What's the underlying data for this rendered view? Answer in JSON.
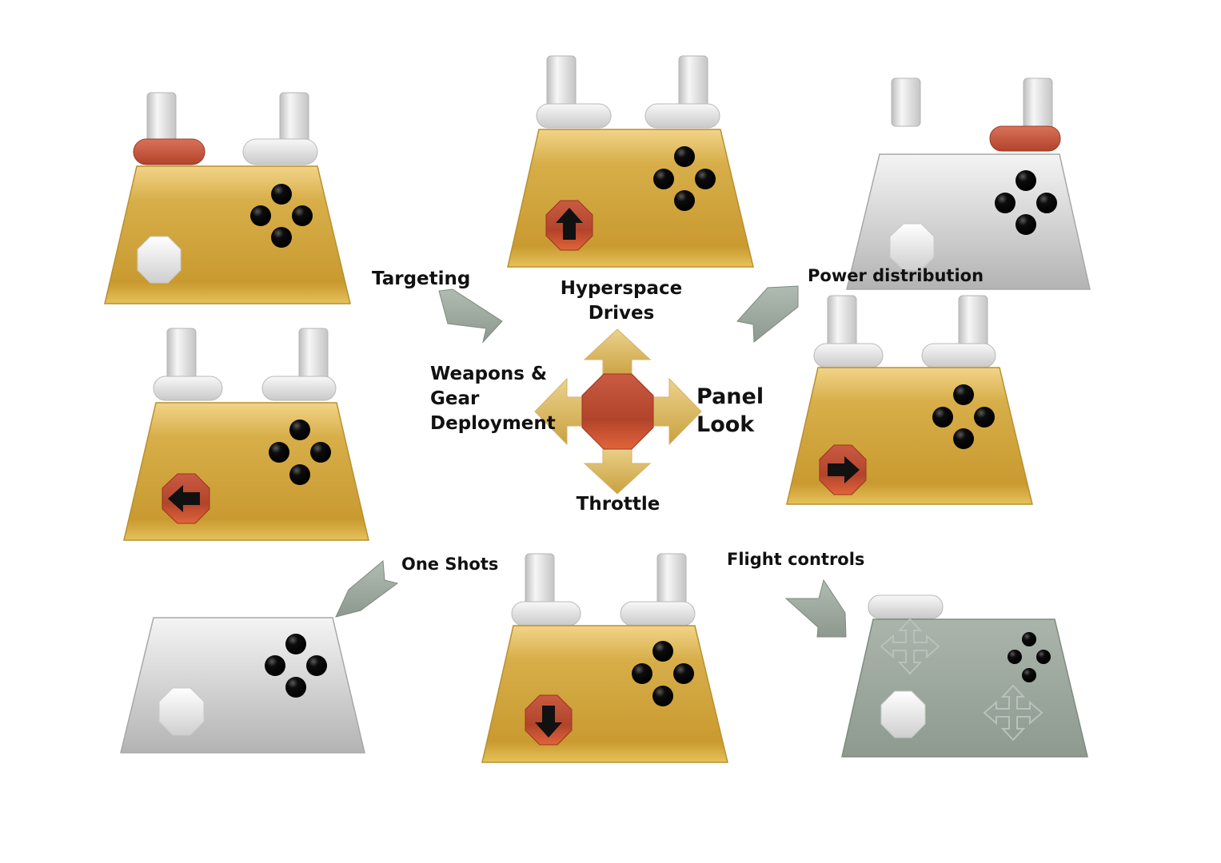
{
  "labels": {
    "targeting": "Targeting",
    "hyperspace_line1": "Hyperspace",
    "hyperspace_line2": "Drives",
    "power_distribution": "Power distribution",
    "weapons_line1": "Weapons &",
    "weapons_line2": "Gear",
    "weapons_line3": "Deployment",
    "panel_line1": "Panel",
    "panel_line2": "Look",
    "throttle": "Throttle",
    "one_shots": "One Shots",
    "flight_controls": "Flight controls"
  },
  "controllers": [
    {
      "id": "targeting",
      "body_color": "gold",
      "highlight": "left-bumper",
      "left_button": "octagon-blank"
    },
    {
      "id": "hyperspace-drives",
      "body_color": "gold",
      "highlight": "none",
      "left_button": "dpad-up"
    },
    {
      "id": "power-distribution",
      "body_color": "silver",
      "highlight": "right-bumper",
      "left_button": "octagon-blank"
    },
    {
      "id": "weapons-gear-deployment",
      "body_color": "gold",
      "highlight": "none",
      "left_button": "dpad-left"
    },
    {
      "id": "panel-look",
      "body_color": "gold",
      "highlight": "none",
      "left_button": "dpad-right"
    },
    {
      "id": "one-shots",
      "body_color": "silver",
      "highlight": "none",
      "left_button": "octagon-blank"
    },
    {
      "id": "throttle",
      "body_color": "gold",
      "highlight": "none",
      "left_button": "dpad-down"
    },
    {
      "id": "flight-controls",
      "body_color": "gray-green",
      "highlight": "none",
      "left_button": "octagon-blank"
    }
  ],
  "colors": {
    "gold": "#d6ad3e",
    "silver": "#cfcfcf",
    "gray_green": "#9ca89e",
    "red_highlight": "#c65a3e",
    "arrow_gray": "#9aa59b"
  }
}
